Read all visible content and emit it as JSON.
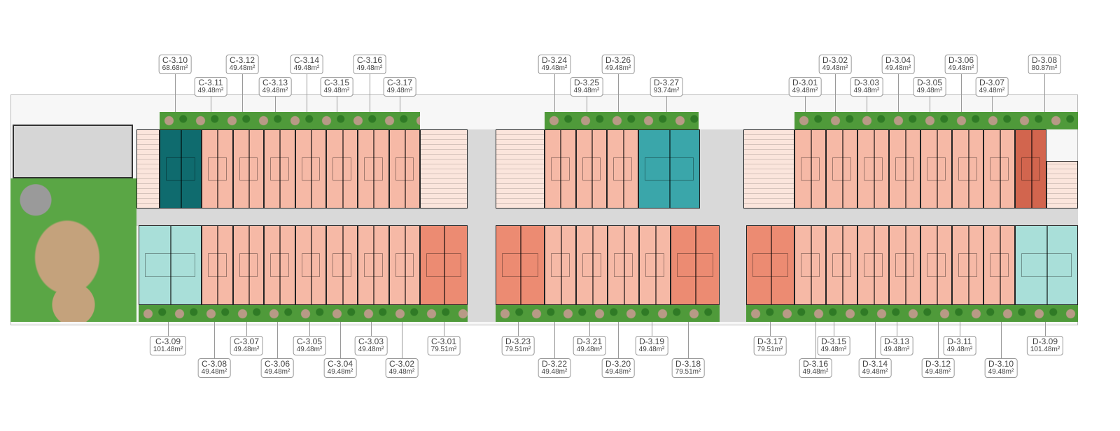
{
  "title": "Floor 3 plan - Blocks C and D",
  "colors": {
    "studio": "#f6b9a6",
    "corner_orange": "#ec8b72",
    "d308": "#d2654e",
    "dark_teal": "#0f6b6e",
    "teal": "#3aa6aa",
    "light_teal": "#a9dfd9",
    "corridor": "#d9d9d9",
    "garden": "#4f9a3a"
  },
  "units": [
    {
      "code": "C-3.10",
      "area": "68.68m²"
    },
    {
      "code": "C-3.11",
      "area": "49.48m²"
    },
    {
      "code": "C-3.12",
      "area": "49.48m²"
    },
    {
      "code": "C-3.13",
      "area": "49.48m²"
    },
    {
      "code": "C-3.14",
      "area": "49.48m²"
    },
    {
      "code": "C-3.15",
      "area": "49.48m²"
    },
    {
      "code": "C-3.16",
      "area": "49.48m²"
    },
    {
      "code": "C-3.17",
      "area": "49.48m²"
    },
    {
      "code": "D-3.24",
      "area": "49.48m²"
    },
    {
      "code": "D-3.25",
      "area": "49.48m²"
    },
    {
      "code": "D-3.26",
      "area": "49.48m²"
    },
    {
      "code": "D-3.27",
      "area": "93.74m²"
    },
    {
      "code": "D-3.01",
      "area": "49.48m²"
    },
    {
      "code": "D-3.02",
      "area": "49.48m²"
    },
    {
      "code": "D-3.03",
      "area": "49.48m²"
    },
    {
      "code": "D-3.04",
      "area": "49.48m²"
    },
    {
      "code": "D-3.05",
      "area": "49.48m²"
    },
    {
      "code": "D-3.06",
      "area": "49.48m²"
    },
    {
      "code": "D-3.07",
      "area": "49.48m²"
    },
    {
      "code": "D-3.08",
      "area": "80.87m²"
    },
    {
      "code": "C-3.09",
      "area": "101.48m²"
    },
    {
      "code": "C-3.08",
      "area": "49.48m²"
    },
    {
      "code": "C-3.07",
      "area": "49.48m²"
    },
    {
      "code": "C-3.06",
      "area": "49.48m²"
    },
    {
      "code": "C-3.05",
      "area": "49.48m²"
    },
    {
      "code": "C-3.04",
      "area": "49.48m²"
    },
    {
      "code": "C-3.03",
      "area": "49.48m²"
    },
    {
      "code": "C-3.02",
      "area": "49.48m²"
    },
    {
      "code": "C-3.01",
      "area": "79.51m²"
    },
    {
      "code": "D-3.23",
      "area": "79.51m²"
    },
    {
      "code": "D-3.22",
      "area": "49.48m²"
    },
    {
      "code": "D-3.21",
      "area": "49.48m²"
    },
    {
      "code": "D-3.20",
      "area": "49.48m²"
    },
    {
      "code": "D-3.19",
      "area": "49.48m²"
    },
    {
      "code": "D-3.18",
      "area": "79.51m²"
    },
    {
      "code": "D-3.17",
      "area": "79.51m²"
    },
    {
      "code": "D-3.16",
      "area": "49.48m²"
    },
    {
      "code": "D-3.15",
      "area": "49.48m²"
    },
    {
      "code": "D-3.14",
      "area": "49.48m²"
    },
    {
      "code": "D-3.13",
      "area": "49.48m²"
    },
    {
      "code": "D-3.12",
      "area": "49.48m²"
    },
    {
      "code": "D-3.11",
      "area": "49.48m²"
    },
    {
      "code": "D-3.10",
      "area": "49.48m²"
    },
    {
      "code": "D-3.09",
      "area": "101.48m²"
    }
  ]
}
